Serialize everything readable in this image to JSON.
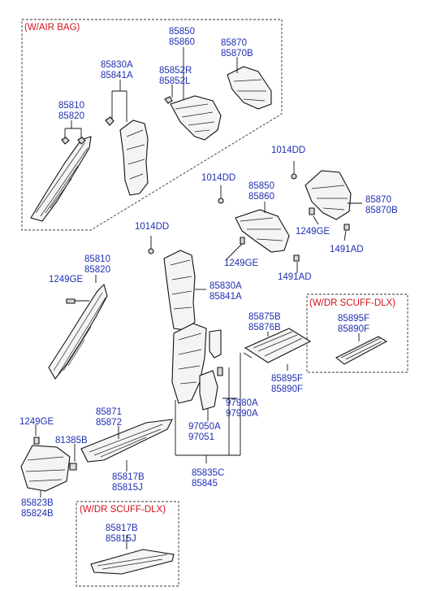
{
  "sections": {
    "airbag_label": "(W/AIR BAG)",
    "scuff_top_label": "(W/DR SCUFF-DLX)",
    "scuff_bottom_label": "(W/DR SCUFF-DLX)"
  },
  "callouts": {
    "c1": [
      "85850",
      "85860"
    ],
    "c2": [
      "85870",
      "85870B"
    ],
    "c3": [
      "85830A",
      "85841A"
    ],
    "c4": [
      "85852R",
      "85852L"
    ],
    "c5": [
      "85810",
      "85820"
    ],
    "c6": "1014DD",
    "c7": "1014DD",
    "c8": [
      "85850",
      "85860"
    ],
    "c9": [
      "85870",
      "85870B"
    ],
    "c10": "1249GE",
    "c11": "1014DD",
    "c12": "1249GE",
    "c13": "1491AD",
    "c14": [
      "85810",
      "85820"
    ],
    "c15": "1491AD",
    "c16": "1249GE",
    "c17": [
      "85830A",
      "85841A"
    ],
    "c18": [
      "85875B",
      "85876B"
    ],
    "c19": [
      "85895F",
      "85890F"
    ],
    "c20": [
      "85895F",
      "85890F"
    ],
    "c21": [
      "85871",
      "85872"
    ],
    "c22": [
      "97980A",
      "97990A"
    ],
    "c23": "1249GE",
    "c24": "81385B",
    "c25": [
      "97050A",
      "97051"
    ],
    "c26": [
      "85817B",
      "85815J"
    ],
    "c27": [
      "85835C",
      "85845"
    ],
    "c28": [
      "85823B",
      "85824B"
    ],
    "c29": [
      "85817B",
      "85815J"
    ]
  },
  "colors": {
    "label": "#1f2fb0",
    "section": "#d0121b",
    "line": "#111111"
  }
}
